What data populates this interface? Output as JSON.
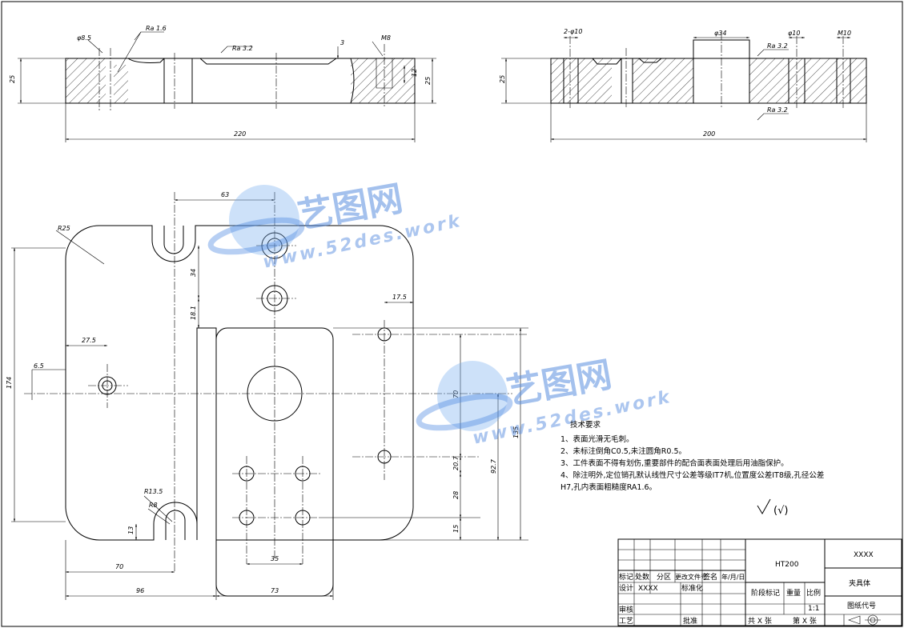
{
  "section_left": {
    "dims": [
      "220",
      "25",
      "25",
      "12",
      "3"
    ],
    "hole_callouts": [
      "φ8.5",
      "M8"
    ],
    "roughness": [
      "Ra 1.6",
      "Ra 3.2"
    ]
  },
  "section_right": {
    "dims": [
      "200",
      "25"
    ],
    "hole_callouts": [
      "2-φ10",
      "φ34",
      "φ10",
      "M10"
    ],
    "roughness": [
      "Ra 3.2",
      "Ra 3.2"
    ]
  },
  "plan": {
    "dims_top": [
      "63"
    ],
    "dims_left": [
      "174",
      "6.5",
      "27.5"
    ],
    "dims_mid": [
      "34",
      "18.1"
    ],
    "dims_right": [
      "17.5",
      "70",
      "135",
      "92.7",
      "20.7",
      "28",
      "15"
    ],
    "dims_bottom": [
      "70",
      "96",
      "73",
      "35",
      "13"
    ],
    "radii": [
      "R25",
      "R13.5",
      "R8"
    ]
  },
  "technical_requirements": {
    "title": "技术要求",
    "items": [
      "1、表面光滑无毛刺。",
      "2、未标注倒角C0.5,未注圆角R0.5。",
      "3、工件表面不得有划伤,重要部件的配合面表面处理后用油脂保护。",
      "4、除注明外,定位销孔默认线性尺寸公差等级IT7机,位置度公差IT8级,孔径公差",
      "H7,孔内表面粗糙度RA1.6。"
    ],
    "finish_symbol_text": "(√)"
  },
  "watermark": {
    "brand": "艺图网",
    "url": "www.52des.work"
  },
  "title_block": {
    "material": "HT200",
    "company": "XXXX",
    "part_name": "夹具体",
    "drawing_no_label": "图纸代号",
    "labels": {
      "mark": "标记",
      "count": "处数",
      "division": "分区",
      "change_doc": "更改文件号",
      "sign": "签名",
      "date": "年/月/日",
      "design": "设计",
      "designer": "XXXX",
      "standard": "标准化",
      "review": "审核",
      "process": "工艺",
      "approve": "批准",
      "stage_mark": "阶段标记",
      "weight": "重量",
      "scale": "比例",
      "scale_value": "1:1",
      "sheets_total": "共 X 张",
      "sheet_no": "第 X 张"
    }
  }
}
